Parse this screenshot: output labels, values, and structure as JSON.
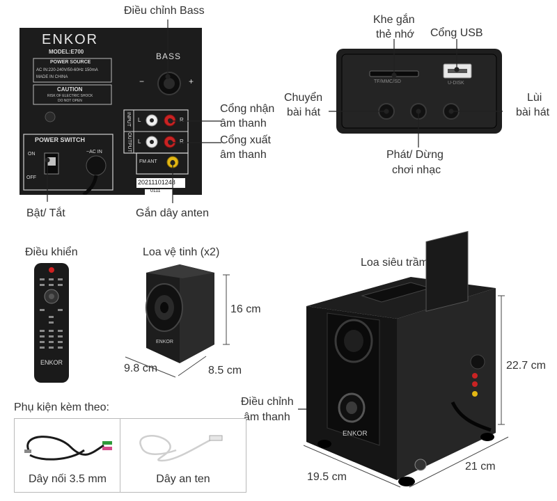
{
  "back_panel": {
    "brand": "ENKOR",
    "model": "MODEL:E700",
    "power_source_title": "POWER SOURCE",
    "power_source_spec": "AC IN:220-240V/50-60Hz 150mA",
    "made_in": "MADE IN CHINA",
    "caution_title": "CAUTION",
    "caution_text1": "RISK OF ELECTRIC SHOCK",
    "caution_text2": "DO NOT OPEN",
    "bass_label": "BASS",
    "minus": "−",
    "plus": "+",
    "input_label": "INPUT",
    "output_label": "OUTPUT",
    "l": "L",
    "r": "R",
    "fm_ant": "FM ANT",
    "power_switch": "POWER SWITCH",
    "on": "ON",
    "off": "OFF",
    "ac_in": "~AC IN",
    "serial": "20211101248",
    "serial2": "0111"
  },
  "callouts": {
    "bass": "Điều chỉnh Bass",
    "input_1": "Cổng nhận",
    "input_2": "âm thanh",
    "output_1": "Cổng xuất",
    "output_2": "âm thanh",
    "power": "Bật/ Tắt",
    "antenna": "Gắn dây anten",
    "sd_1": "Khe gắn",
    "sd_2": "thẻ nhớ",
    "usb": "Cổng USB",
    "next_1": "Chuyển",
    "next_2": "bài hát",
    "prev_1": "Lùi",
    "prev_2": "bài hát",
    "play_1": "Phát/ Dừng",
    "play_2": "chơi nhạc",
    "remote": "Điều khiển",
    "satellite": "Loa vệ tinh (x2)",
    "subwoofer": "Loa siêu trầm",
    "volume_1": "Điều chỉnh",
    "volume_2": "âm thanh",
    "accessories": "Phụ kiện kèm theo:"
  },
  "top_panel": {
    "sd_text": "TF/MMC/SD",
    "usb_text": "U-DISK"
  },
  "remote_brand": "ENKOR",
  "sub_brand": "ENKOR",
  "sat_brand": "ENKOR",
  "dimensions": {
    "sat_height": "16 cm",
    "sat_width": "9.8 cm",
    "sat_depth": "8.5 cm",
    "sub_height": "22.7 cm",
    "sub_width": "19.5 cm",
    "sub_depth": "21 cm"
  },
  "accessories": {
    "cable_35": "Dây nối 3.5 mm",
    "antenna_cable": "Dây an ten"
  }
}
